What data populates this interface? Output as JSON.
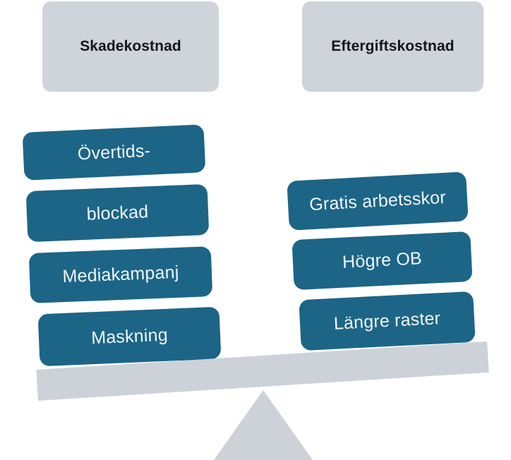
{
  "diagram": {
    "title_left": "Skadekostnad",
    "title_right": "Eftergiftskostnad",
    "colors": {
      "card_blue": "#1c6587",
      "panel_gray": "#ced4da",
      "beam_gray": "#ccd2d8",
      "card_text": "#f2f6f8",
      "header_text": "#161616",
      "background": "#ffffff"
    },
    "headers": [
      {
        "label": "Skadekostnad",
        "side": "left"
      },
      {
        "label": "Eftergiftskostnad",
        "side": "right"
      }
    ],
    "left_stack": [
      {
        "label": "Övertids-"
      },
      {
        "label": "blockad"
      },
      {
        "label": "Mediakampanj"
      },
      {
        "label": "Maskning"
      }
    ],
    "right_stack": [
      {
        "label": "Gratis arbetsskor"
      },
      {
        "label": "Högre OB"
      },
      {
        "label": "Längre raster"
      }
    ],
    "balance": {
      "tilt": "left-heavy",
      "beam_name": "seesaw-beam",
      "fulcrum_name": "seesaw-fulcrum"
    }
  }
}
